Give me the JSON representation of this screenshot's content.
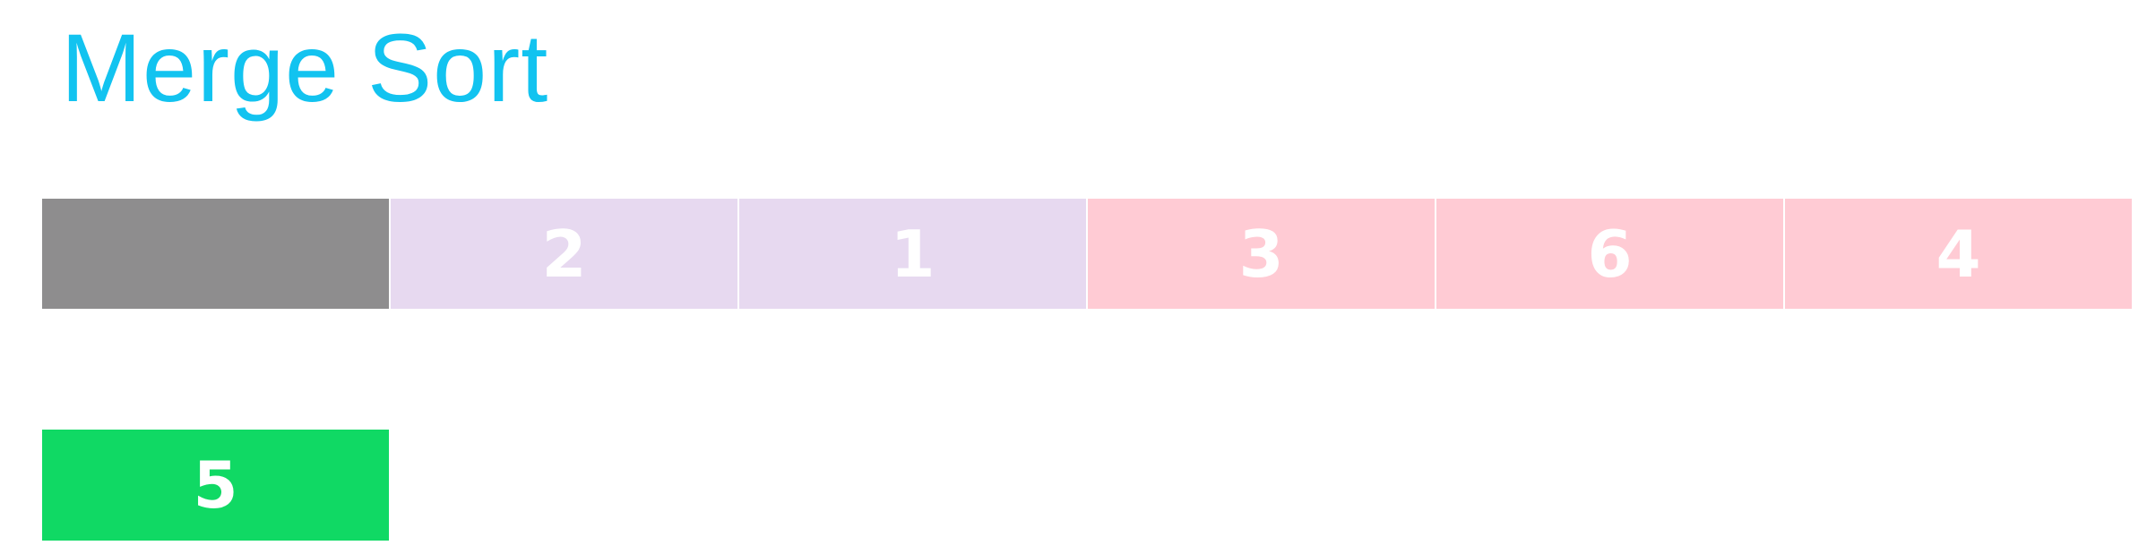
{
  "title": "Merge Sort",
  "array": {
    "cells": [
      {
        "value": "",
        "state": "removed"
      },
      {
        "value": "2",
        "state": "left"
      },
      {
        "value": "1",
        "state": "left"
      },
      {
        "value": "3",
        "state": "right"
      },
      {
        "value": "6",
        "state": "right"
      },
      {
        "value": "4",
        "state": "right"
      }
    ]
  },
  "output": {
    "value": "5"
  },
  "colors": {
    "title": "#12c3f0",
    "removed": "#8e8d8e",
    "left_half": "#e7d9f0",
    "right_half": "#ffcbd4",
    "output": "#10d964"
  }
}
